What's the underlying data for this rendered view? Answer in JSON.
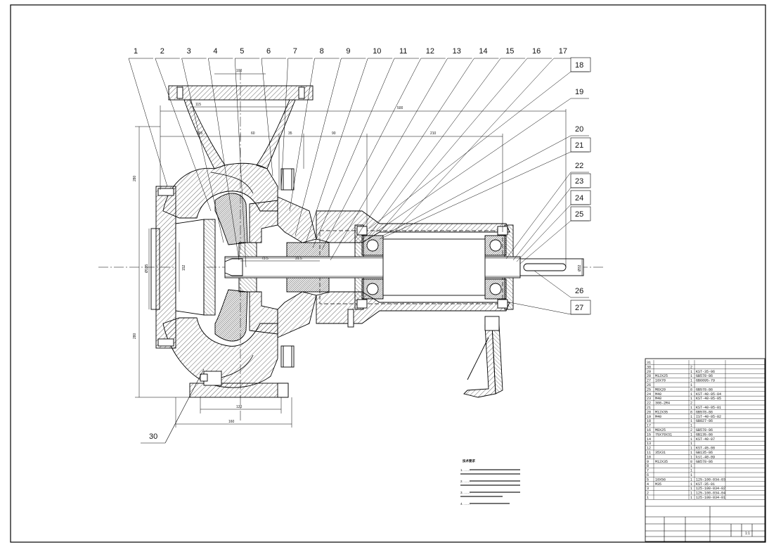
{
  "balloons_top": [
    "1",
    "2",
    "3",
    "4",
    "5",
    "6",
    "7",
    "8",
    "9",
    "10",
    "11",
    "12",
    "13",
    "14",
    "15",
    "16",
    "17"
  ],
  "balloons_right": [
    "18",
    "19",
    "20",
    "21",
    "22",
    "23",
    "24",
    "25",
    "26",
    "27"
  ],
  "balloon_bottom": "30",
  "dimensions": {
    "d100": "100",
    "d115": "115",
    "d500": "500",
    "d105": "105",
    "d60": "60",
    "d35": "35",
    "d90": "90",
    "d210": "210",
    "d73_5": "73.5",
    "d31_5": "31.5",
    "d280a": "280",
    "d280b": "280",
    "d120": "120",
    "d160": "160",
    "d152": "152",
    "phi135": "Ø135",
    "phi32": "Ø32"
  },
  "technical_requirements": {
    "title": "技术要求",
    "lines": [
      "1. ……",
      "2. ……",
      "3. ……",
      "4. ……"
    ]
  },
  "bom": {
    "rows": [
      [
        "31",
        "",
        "",
        ""
      ],
      [
        "30",
        "",
        "2",
        ""
      ],
      [
        "29",
        "",
        "1",
        "KST-35-06"
      ],
      [
        "28",
        "M12X25",
        "1",
        "GB578-86"
      ],
      [
        "27",
        "10X70",
        "1",
        "GB6095-79"
      ],
      [
        "26",
        "",
        "1",
        ""
      ],
      [
        "25",
        "M8X20",
        "8",
        "GB578-86"
      ],
      [
        "24",
        "M40",
        "1",
        "KST-40-05-04"
      ],
      [
        "23",
        "M40",
        "1",
        "KST-40-05-05"
      ],
      [
        "22",
        "308-2R4",
        "2",
        ""
      ],
      [
        "21",
        "",
        "1",
        "KST-40-05-01"
      ],
      [
        "20",
        "M12X35",
        "8",
        "GB578-86"
      ],
      [
        "19",
        "M40",
        "1",
        "IST-40-05-02"
      ],
      [
        "18",
        "",
        "1",
        "GB827-86"
      ],
      [
        "17",
        "",
        "1",
        ""
      ],
      [
        "16",
        "M8X25",
        "2",
        "GB578-86"
      ],
      [
        "15",
        "75X70X31",
        "1",
        "GB135-86"
      ],
      [
        "14",
        "",
        "1",
        "KST-40-07"
      ],
      [
        "13",
        "",
        "1",
        ""
      ],
      [
        "12",
        "",
        "1",
        "KST-45-08"
      ],
      [
        "11",
        "35X31",
        "1",
        "GB135-86"
      ],
      [
        "10",
        "",
        "1",
        "kst-40-09"
      ],
      [
        "9",
        "M12X35",
        "8",
        "GB578-86"
      ],
      [
        "8",
        "",
        "1",
        ""
      ],
      [
        "7",
        "",
        "1",
        ""
      ],
      [
        "6",
        "",
        "1",
        ""
      ],
      [
        "5",
        "10X56",
        "1",
        "125-100-034-03"
      ],
      [
        "4",
        "M35",
        "1",
        "KST-35-01"
      ],
      [
        "3",
        "",
        "1",
        "125-100-034-02"
      ],
      [
        "2",
        "",
        "1",
        "125-100-034-04"
      ],
      [
        "1",
        "",
        "1",
        "125-100-034-01"
      ]
    ],
    "scale": "1:1"
  }
}
